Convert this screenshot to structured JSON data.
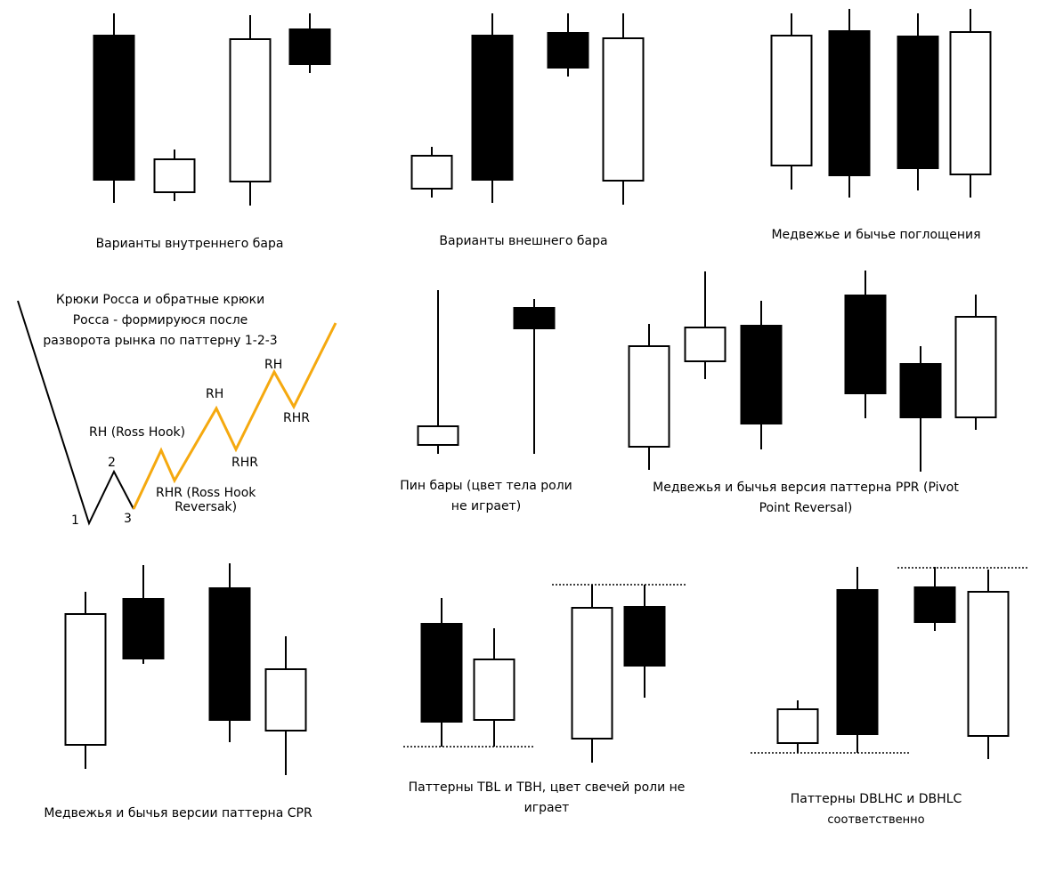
{
  "colors": {
    "candle_stroke": "#000000",
    "bear_fill": "#000000",
    "bull_fill": "#ffffff",
    "hook_line": "#f5a90f",
    "trend_line": "#000000"
  },
  "captions": {
    "inside_bar": "Варианты внутреннего бара",
    "outside_bar": "Варианты внешнего бара",
    "engulfing": "Медвежье и бычье поглощения",
    "ross_title_1": "Крюки Росса и обратные крюки",
    "ross_title_2": "Росса - формируюся после",
    "ross_title_3": "разворота рынка по паттерну 1-2-3",
    "pin_bar_1": "Пин бары (цвет тела роли",
    "pin_bar_2": "не играет)",
    "ppr_1": "Медвежья и бычья версия паттерна PPR (Pivot",
    "ppr_2": "Point Reversal)",
    "cpr": "Медвежья и бычья версии паттерна CPR",
    "tbl_1": "Паттерны TBL и TBH, цвет свечей роли не",
    "tbl_2": "играет",
    "dblhc_1": "Паттерны DBLHC и DBHLC",
    "dblhc_2": "соответственно"
  },
  "ross_labels": {
    "p1": "1",
    "p2": "2",
    "p3": "3",
    "rh_first": "RH (Ross Hook)",
    "rhr_first_1": "RHR (Ross Hook",
    "rhr_first_2": "Reversak)",
    "rh_2": "RH",
    "rhr_2": "RHR",
    "rh_3": "RH",
    "rhr_3": "RHR"
  }
}
